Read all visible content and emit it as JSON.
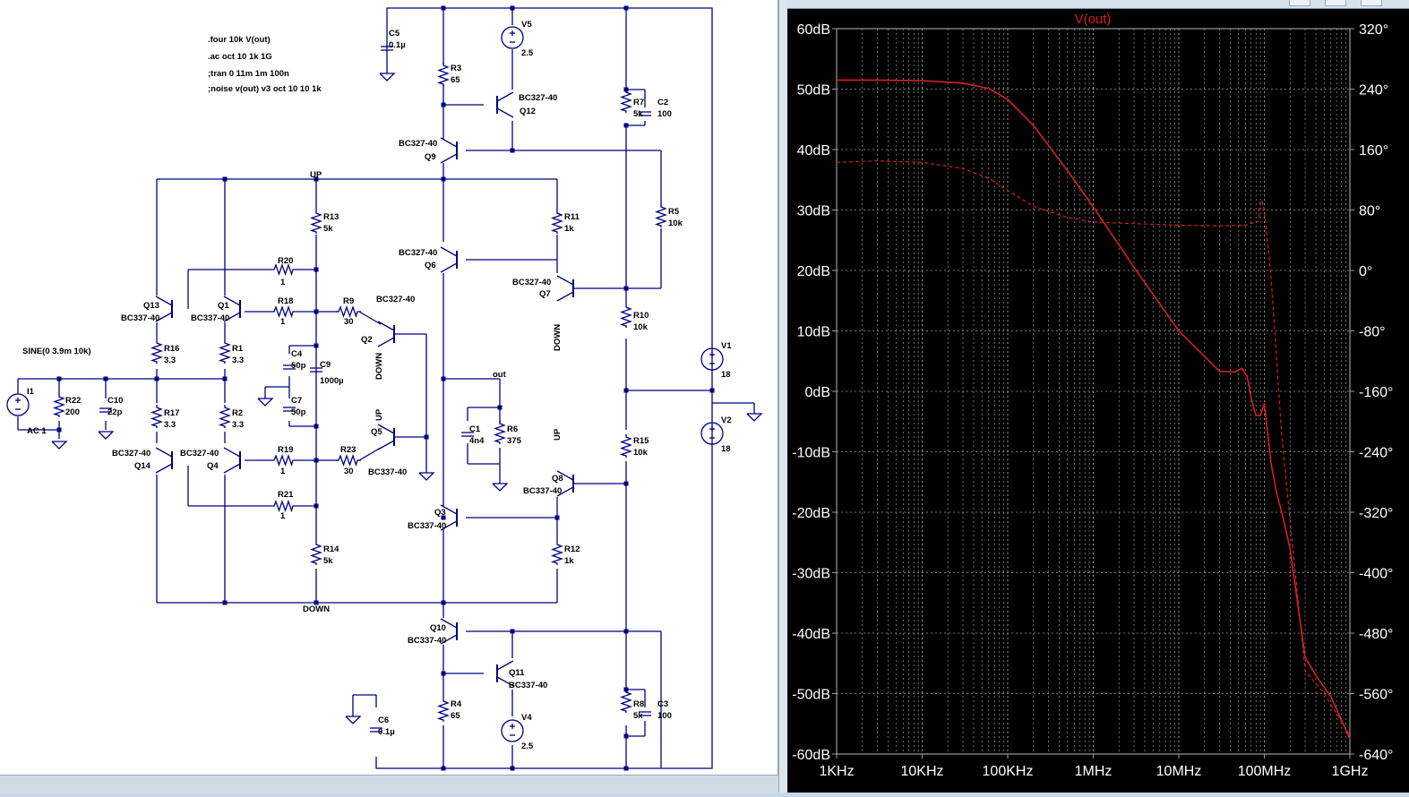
{
  "schematic": {
    "directives": [
      ".four 10k V(out)",
      ".ac oct 10 1k 1G",
      ";tran 0 11m 1m 100n",
      ";noise v(out) v3 oct 10 10 1k"
    ],
    "source_spec": "SINE(0 3.9m 10k)",
    "source_ac": "AC 1",
    "nets": {
      "up": "UP",
      "down": "DOWN",
      "out": "out"
    },
    "components": [
      {
        "ref": "C5",
        "value": "0.1µ"
      },
      {
        "ref": "V5",
        "value": "2.5"
      },
      {
        "ref": "R3",
        "value": "65"
      },
      {
        "ref": "Q12",
        "value": "BC327-40"
      },
      {
        "ref": "Q9",
        "value": "BC327-40"
      },
      {
        "ref": "R7",
        "value": "5k"
      },
      {
        "ref": "C2",
        "value": "100"
      },
      {
        "ref": "R5",
        "value": "10k"
      },
      {
        "ref": "R13",
        "value": "5k"
      },
      {
        "ref": "Q6",
        "value": "BC327-40"
      },
      {
        "ref": "R11",
        "value": "1k"
      },
      {
        "ref": "Q7",
        "value": "BC327-40"
      },
      {
        "ref": "R20",
        "value": "1"
      },
      {
        "ref": "R18",
        "value": "1"
      },
      {
        "ref": "R9",
        "value": "30"
      },
      {
        "ref": "Q2",
        "value": "BC327-40"
      },
      {
        "ref": "Q13",
        "value": "BC337-40"
      },
      {
        "ref": "Q1",
        "value": "BC337-40"
      },
      {
        "ref": "R16",
        "value": "3.3"
      },
      {
        "ref": "R1",
        "value": "3.3"
      },
      {
        "ref": "C4",
        "value": "50p"
      },
      {
        "ref": "C9",
        "value": "1000µ"
      },
      {
        "ref": "C7",
        "value": "50p"
      },
      {
        "ref": "R10",
        "value": "10k"
      },
      {
        "ref": "V1",
        "value": "18"
      },
      {
        "ref": "V2",
        "value": "18"
      },
      {
        "ref": "I1",
        "value": ""
      },
      {
        "ref": "R22",
        "value": "200"
      },
      {
        "ref": "C10",
        "value": "22p"
      },
      {
        "ref": "R17",
        "value": "3.3"
      },
      {
        "ref": "R2",
        "value": "3.3"
      },
      {
        "ref": "C1",
        "value": "4n4"
      },
      {
        "ref": "R6",
        "value": "375"
      },
      {
        "ref": "Q5",
        "value": "BC337-40"
      },
      {
        "ref": "Q14",
        "value": "BC327-40"
      },
      {
        "ref": "Q4",
        "value": "BC327-40"
      },
      {
        "ref": "R19",
        "value": "1"
      },
      {
        "ref": "R23",
        "value": "30"
      },
      {
        "ref": "R15",
        "value": "10k"
      },
      {
        "ref": "Q8",
        "value": "BC337-40"
      },
      {
        "ref": "R21",
        "value": "1"
      },
      {
        "ref": "Q3",
        "value": "BC337-40"
      },
      {
        "ref": "R12",
        "value": "1k"
      },
      {
        "ref": "R14",
        "value": "5k"
      },
      {
        "ref": "Q10",
        "value": "BC337-40"
      },
      {
        "ref": "Q11",
        "value": "BC337-40"
      },
      {
        "ref": "R4",
        "value": "65"
      },
      {
        "ref": "V4",
        "value": "2.5"
      },
      {
        "ref": "R8",
        "value": "5k"
      },
      {
        "ref": "C3",
        "value": "100"
      },
      {
        "ref": "C6",
        "value": "0.1µ"
      }
    ]
  },
  "plot": {
    "title": "V(out)",
    "colors": {
      "background": "#000000",
      "grid": "#9a9a9a",
      "trace": "#d42020",
      "text": "#ffffff"
    }
  },
  "chart_data": {
    "type": "line",
    "title": "V(out)",
    "x_scale": "log",
    "xlim": [
      1000,
      1000000000
    ],
    "x_ticks": [
      "1KHz",
      "10KHz",
      "100KHz",
      "1MHz",
      "10MHz",
      "100MHz",
      "1GHz"
    ],
    "y_left_ticks": [
      "60dB",
      "50dB",
      "40dB",
      "30dB",
      "20dB",
      "10dB",
      "0dB",
      "-10dB",
      "-20dB",
      "-30dB",
      "-40dB",
      "-50dB",
      "-60dB"
    ],
    "y_right_ticks": [
      "320°",
      "240°",
      "160°",
      "80°",
      "0°",
      "-80°",
      "-160°",
      "-240°",
      "-320°",
      "-400°",
      "-480°",
      "-560°",
      "-640°"
    ],
    "ylim_db": [
      -60,
      60
    ],
    "ylim_deg": [
      -640,
      320
    ],
    "grid": true,
    "series": [
      {
        "name": "V(out)",
        "style": "solid",
        "x": [
          1000,
          3000,
          10000,
          30000,
          60000,
          100000,
          200000,
          500000,
          1000000,
          3000000,
          10000000,
          30000000,
          45000000,
          55000000,
          63000000,
          70000000,
          76000000,
          80000000,
          90000000,
          100000000,
          120000000,
          140000000,
          160000000,
          200000000,
          250000000,
          300000000,
          400000000,
          600000000,
          1000000000
        ],
        "y": [
          51.5,
          51.5,
          51.4,
          51,
          50.1,
          48.3,
          44,
          36.5,
          30.5,
          20.5,
          10,
          3.3,
          3.2,
          3.8,
          2.5,
          -1,
          -3,
          -4,
          -4,
          -2,
          -12,
          -17,
          -20,
          -26,
          -36,
          -44,
          -47,
          -50.5,
          -57.5
        ]
      },
      {
        "name": "phase",
        "style": "dashed",
        "x": [
          1000,
          3000,
          10000,
          30000,
          60000,
          100000,
          200000,
          500000,
          1000000,
          3000000,
          10000000,
          30000000,
          60000000,
          85000000,
          90000000,
          95000000,
          100000000,
          120000000,
          160000000,
          200000000,
          300000000,
          500000000,
          1000000000
        ],
        "y": [
          143,
          145,
          143,
          135,
          122,
          106,
          85,
          70,
          64,
          62,
          60,
          59,
          60,
          65,
          93,
          90,
          80,
          -10,
          -220,
          -330,
          -530,
          -560,
          -615
        ]
      }
    ]
  }
}
